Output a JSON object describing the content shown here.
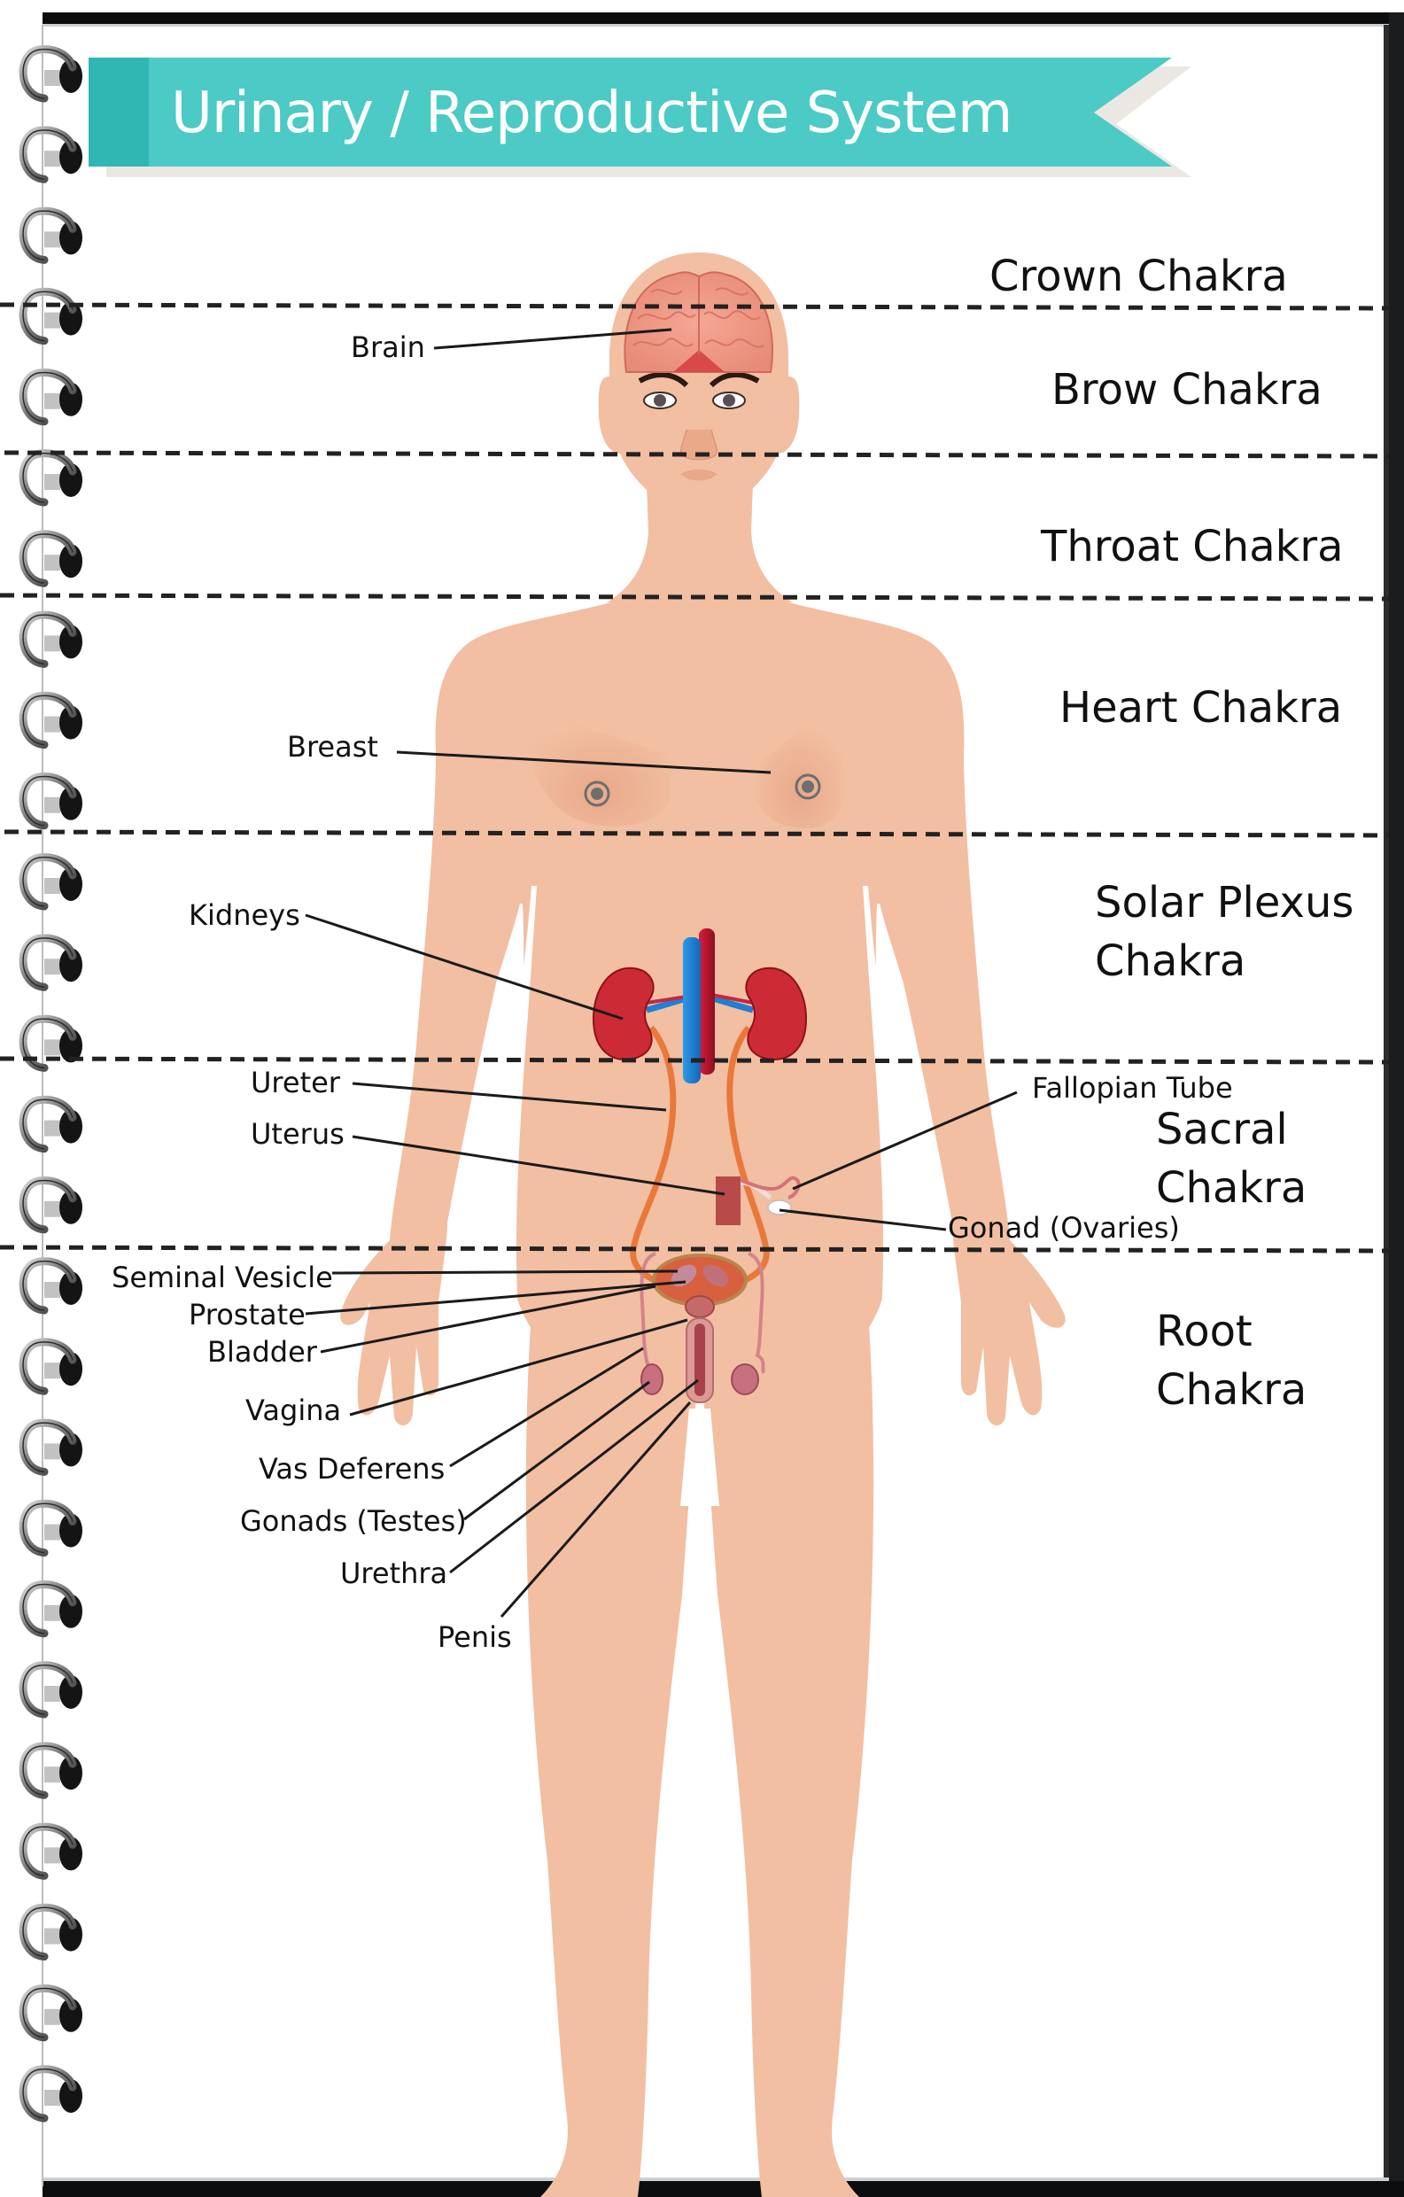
{
  "title": "Urinary / Reproductive System",
  "colors": {
    "ribbon": "#4ccac5",
    "ribbon_dark": "#2fb7b3",
    "ribbon_shadow": "#ebe8e3",
    "skin": "#f2bfa2",
    "skin_shade": "#e4a684",
    "dash": "#222222",
    "kidney": "#cc2b36",
    "vein": "#1f7fd4",
    "artery": "#b5142b",
    "ureter": "#e8793a",
    "organ": "#c9575b"
  },
  "chakras": [
    {
      "name": "crown",
      "lines": [
        "Crown Chakra"
      ]
    },
    {
      "name": "brow",
      "lines": [
        "Brow Chakra"
      ]
    },
    {
      "name": "throat",
      "lines": [
        "Throat Chakra"
      ]
    },
    {
      "name": "heart",
      "lines": [
        "Heart Chakra"
      ]
    },
    {
      "name": "solar-plexus",
      "lines": [
        "Solar Plexus",
        "Chakra"
      ]
    },
    {
      "name": "sacral",
      "lines": [
        "Sacral",
        "Chakra"
      ]
    },
    {
      "name": "root",
      "lines": [
        "Root",
        "Chakra"
      ]
    }
  ],
  "labels": {
    "brain": "Brain",
    "breast": "Breast",
    "kidneys": "Kidneys",
    "ureter": "Ureter",
    "uterus": "Uterus",
    "fallopian_tube": "Fallopian Tube",
    "gonad_ovaries": "Gonad (Ovaries)",
    "seminal_vesicle": "Seminal Vesicle",
    "prostate": "Prostate",
    "bladder": "Bladder",
    "vagina": "Vagina",
    "vas_deferens": "Vas Deferens",
    "gonads_testes": "Gonads (Testes)",
    "urethra": "Urethra",
    "penis": "Penis"
  },
  "icons": {
    "binding_ring": "spiral-ring-icon"
  }
}
